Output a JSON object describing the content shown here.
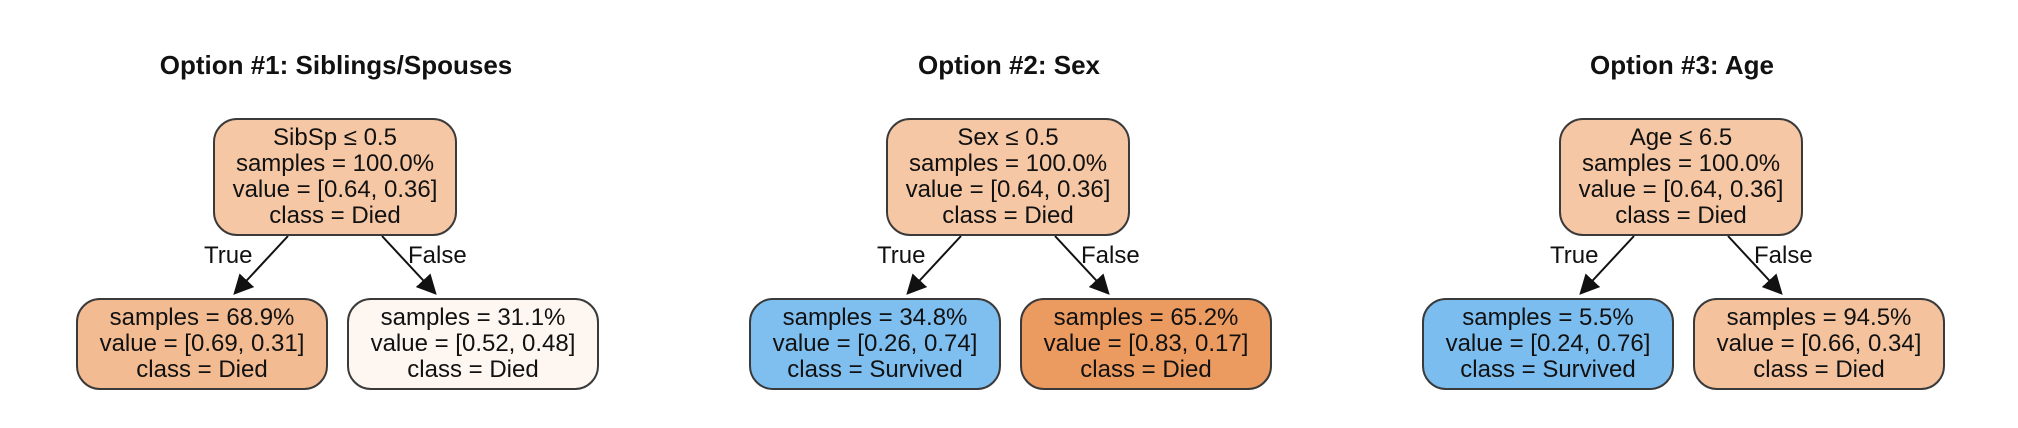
{
  "trees": [
    {
      "title": "Option #1: Siblings/Spouses",
      "edge_true": "True",
      "edge_false": "False",
      "root": {
        "lines": [
          "SibSp ≤ 0.5",
          "samples = 100.0%",
          "value = [0.64, 0.36]",
          "class = Died"
        ],
        "fill": "#f5c7a4"
      },
      "left": {
        "lines": [
          "samples = 68.9%",
          "value = [0.69, 0.31]",
          "class = Died"
        ],
        "fill": "#f2bb92"
      },
      "right": {
        "lines": [
          "samples = 31.1%",
          "value = [0.52, 0.48]",
          "class = Died"
        ],
        "fill": "#fdf6f1"
      }
    },
    {
      "title": "Option #2: Sex",
      "edge_true": "True",
      "edge_false": "False",
      "root": {
        "lines": [
          "Sex ≤ 0.5",
          "samples = 100.0%",
          "value = [0.64, 0.36]",
          "class = Died"
        ],
        "fill": "#f5c7a4"
      },
      "left": {
        "lines": [
          "samples = 34.8%",
          "value = [0.26, 0.74]",
          "class = Survived"
        ],
        "fill": "#7fbff0"
      },
      "right": {
        "lines": [
          "samples = 65.2%",
          "value = [0.83, 0.17]",
          "class = Died"
        ],
        "fill": "#eb9a60"
      }
    },
    {
      "title": "Option #3: Age",
      "edge_true": "True",
      "edge_false": "False",
      "root": {
        "lines": [
          "Age ≤ 6.5",
          "samples = 100.0%",
          "value = [0.64, 0.36]",
          "class = Died"
        ],
        "fill": "#f5c7a4"
      },
      "left": {
        "lines": [
          "samples = 5.5%",
          "value = [0.24, 0.76]",
          "class = Survived"
        ],
        "fill": "#7cbdf0"
      },
      "right": {
        "lines": [
          "samples = 94.5%",
          "value = [0.66, 0.34]",
          "class = Died"
        ],
        "fill": "#f4c39e"
      }
    }
  ]
}
